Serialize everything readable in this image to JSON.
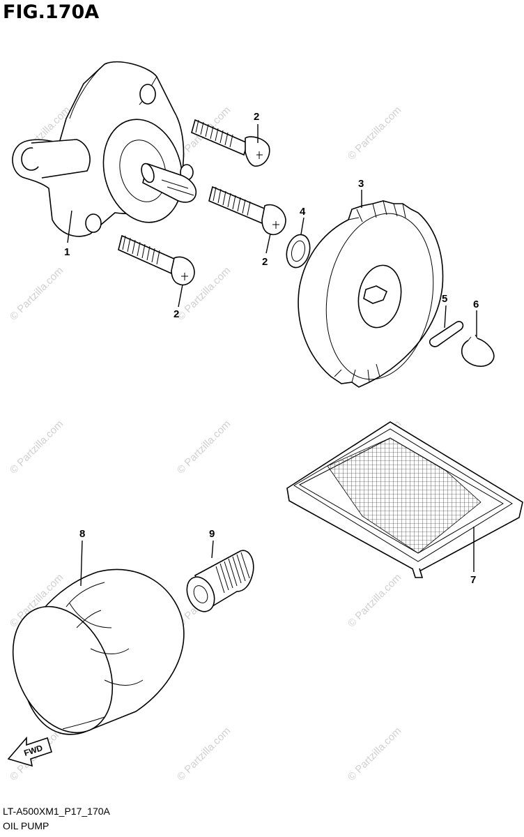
{
  "figure": {
    "title": "FIG.170A",
    "code": "LT-A500XM1_P17_170A",
    "name": "OIL PUMP",
    "fwd_label": "FWD"
  },
  "watermark": "© Partzilla.com",
  "callouts": [
    "1",
    "2",
    "2",
    "2",
    "3",
    "4",
    "5",
    "6",
    "7",
    "8",
    "9"
  ]
}
